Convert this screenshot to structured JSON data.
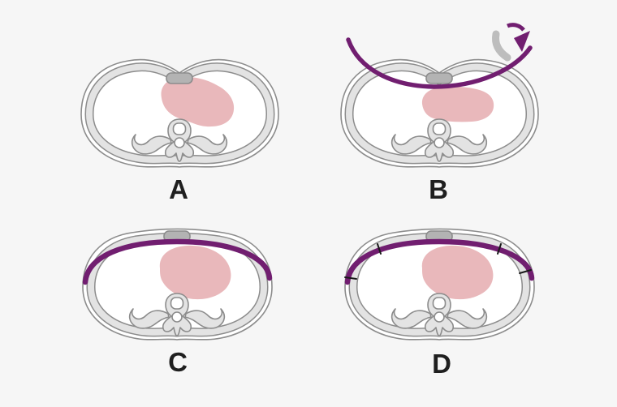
{
  "figure": {
    "panels": [
      {
        "label": "A"
      },
      {
        "label": "B"
      },
      {
        "label": "C"
      },
      {
        "label": "D"
      }
    ],
    "icons": {
      "rotation_arrow": "curved-flip-rotation-arrow",
      "pectus_bar": "curved-bar",
      "fixation_marks": "tick-marks"
    },
    "colors": {
      "background": "#f6f6f6",
      "interior": "#ffffff",
      "outline": "#8c8c8c",
      "wall_fill": "#e3e3e3",
      "sternum_fill": "#b3b3b3",
      "heart": "#e9b8bb",
      "bar": "#711e70",
      "arrow_gray": "#bdbdbd",
      "tick": "#1a1a1a",
      "label_text": "#1f1f1f"
    }
  }
}
